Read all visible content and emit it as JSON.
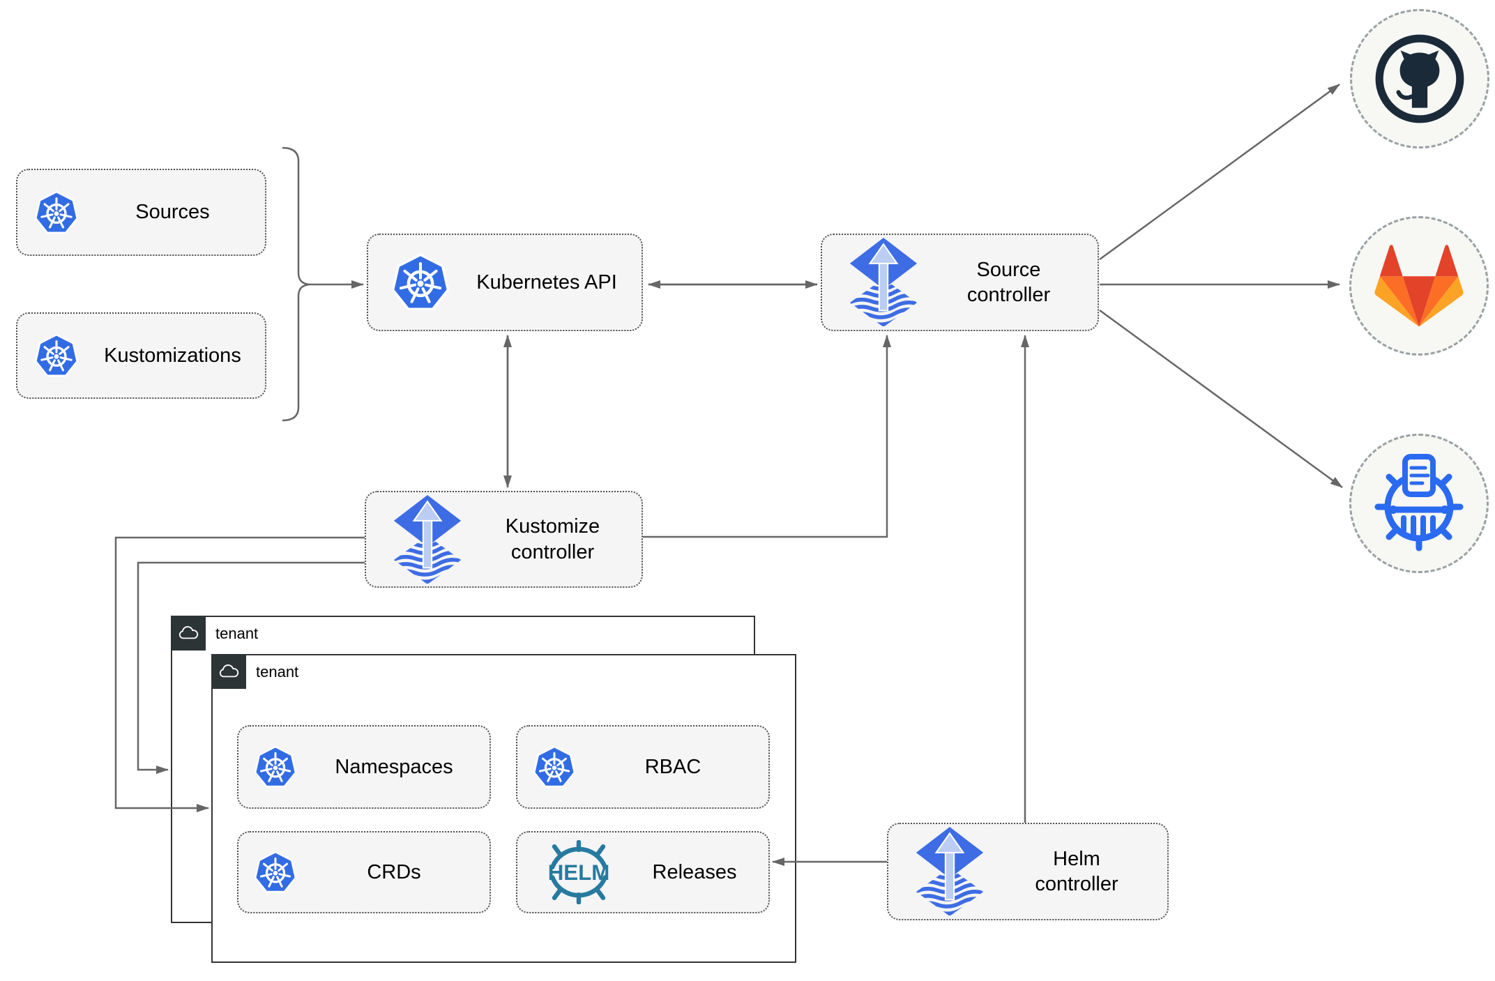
{
  "nodes": {
    "sources": {
      "label": "Sources",
      "icon": "kubernetes-icon"
    },
    "kustomizations": {
      "label": "Kustomizations",
      "icon": "kubernetes-icon"
    },
    "kubernetes_api": {
      "label": "Kubernetes API",
      "icon": "kubernetes-icon"
    },
    "source_controller": {
      "label": "Source controller",
      "icon": "flux-icon"
    },
    "kustomize_controller": {
      "label": "Kustomize controller",
      "icon": "flux-icon"
    },
    "helm_controller": {
      "label": "Helm controller",
      "icon": "flux-icon"
    },
    "namespaces": {
      "label": "Namespaces",
      "icon": "kubernetes-icon"
    },
    "rbac": {
      "label": "RBAC",
      "icon": "kubernetes-icon"
    },
    "crds": {
      "label": "CRDs",
      "icon": "kubernetes-icon"
    },
    "releases": {
      "label": "Releases",
      "icon": "helm-icon",
      "logo_text": "HELM"
    }
  },
  "tenants": [
    {
      "label": "tenant",
      "icon": "cloud-icon"
    },
    {
      "label": "tenant",
      "icon": "cloud-icon"
    }
  ],
  "remotes": [
    {
      "icon": "github-icon"
    },
    {
      "icon": "gitlab-icon"
    },
    {
      "icon": "chartmuseum-icon"
    }
  ],
  "colors": {
    "kubernetes_blue": "#326CE5",
    "flux_blue": "#3D6CE4",
    "flux_arrow_light": "#BCCDF4",
    "helm_teal": "#277A9F",
    "github_dark": "#1B2A38",
    "gitlab_red": "#E24329",
    "gitlab_orange": "#FC6D26",
    "gitlab_amber": "#FCA326",
    "chartmuseum_blue": "#2A6AF0",
    "connector_gray": "#666666",
    "node_fill": "#F5F5F5",
    "node_border": "#4D4D4D",
    "tenant_border": "#333333",
    "tenant_badge_bg": "#2D3436",
    "endpoint_fill": "#F7F7F4",
    "endpoint_border": "#9AA0A4"
  }
}
